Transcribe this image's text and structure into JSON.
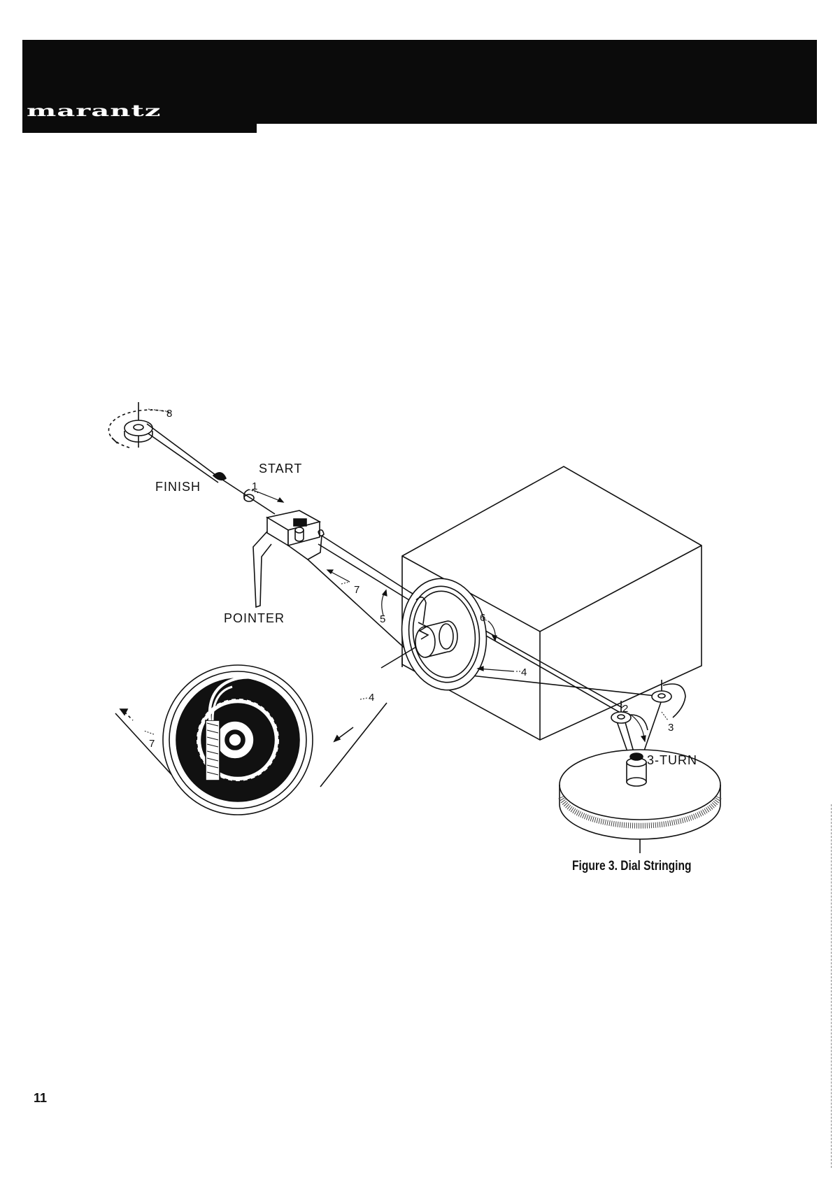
{
  "header": {
    "brand": "marantz"
  },
  "figure": {
    "labels": {
      "start": "START",
      "finish": "FINISH",
      "pointer": "POINTER",
      "three_turn": "3-TURN"
    },
    "steps": {
      "s1": "1",
      "s2": "2",
      "s3": "3",
      "s4": "4",
      "s5": "5",
      "s6": "6",
      "s7": "7",
      "s8": "8",
      "s4_inset": "4",
      "s7_inset": "7"
    },
    "caption": "Figure 3. Dial Stringing"
  },
  "footer": {
    "page_number": "11"
  }
}
